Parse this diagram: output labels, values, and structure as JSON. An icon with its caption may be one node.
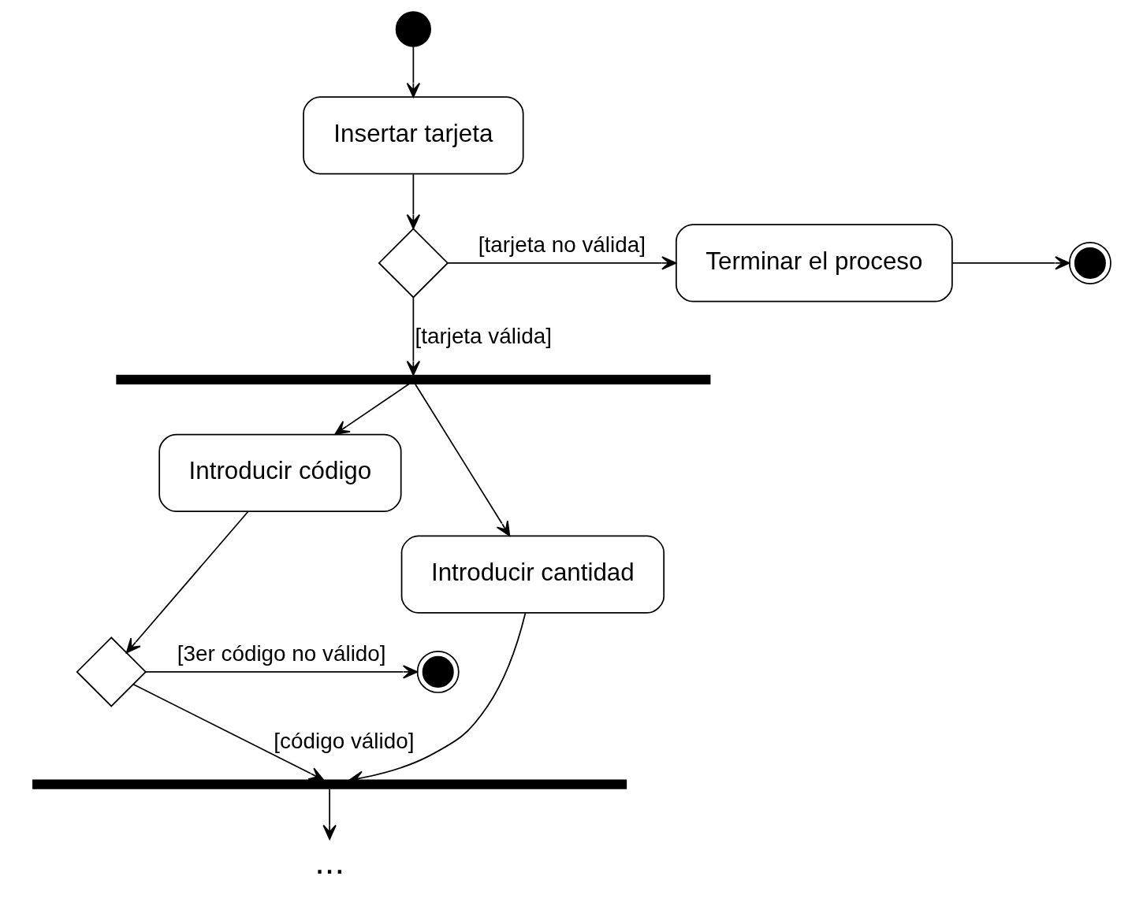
{
  "diagram": {
    "nodes": [
      {
        "text": [],
        "shape": "circle"
      },
      {
        "text": [
          "Insertar tarjeta"
        ]
      },
      {
        "text": [],
        "shape": "diamond"
      },
      {
        "text": [
          "Terminar el proceso"
        ]
      },
      {
        "text": [],
        "shape": "circle"
      },
      {
        "text": [],
        "shape": "bar"
      },
      {
        "text": [
          "Introducir código"
        ]
      },
      {
        "text": [
          "Introducir cantidad"
        ]
      },
      {
        "text": [],
        "shape": "diamond"
      },
      {
        "text": [],
        "shape": "circle"
      },
      {
        "text": [],
        "shape": "bar"
      },
      {
        "text": [
          "..."
        ]
      }
    ],
    "edges": [
      {
        "from": 0,
        "to": 1,
        "arrow": "to"
      },
      {
        "from": 1,
        "to": 2,
        "arrow": "to"
      },
      {
        "from": 2,
        "to": 3,
        "arrow": "to",
        "label": "[tarjeta no válida]"
      },
      {
        "from": 3,
        "to": 4,
        "arrow": "to"
      },
      {
        "from": 2,
        "to": 5,
        "arrow": "to",
        "label": "[tarjeta válida]"
      },
      {
        "from": 5,
        "to": 6,
        "arrow": "to"
      },
      {
        "from": 5,
        "to": 7,
        "arrow": "to"
      },
      {
        "from": 6,
        "to": 8,
        "arrow": "to"
      },
      {
        "from": 8,
        "to": 9,
        "arrow": "to",
        "label": "[3er código no válido]"
      },
      {
        "from": 8,
        "to": 10,
        "arrow": "to",
        "label": "[código válido]"
      },
      {
        "from": 7,
        "to": 10,
        "arrow": "to"
      },
      {
        "from": 10,
        "to": 11,
        "arrow": "to"
      }
    ]
  }
}
